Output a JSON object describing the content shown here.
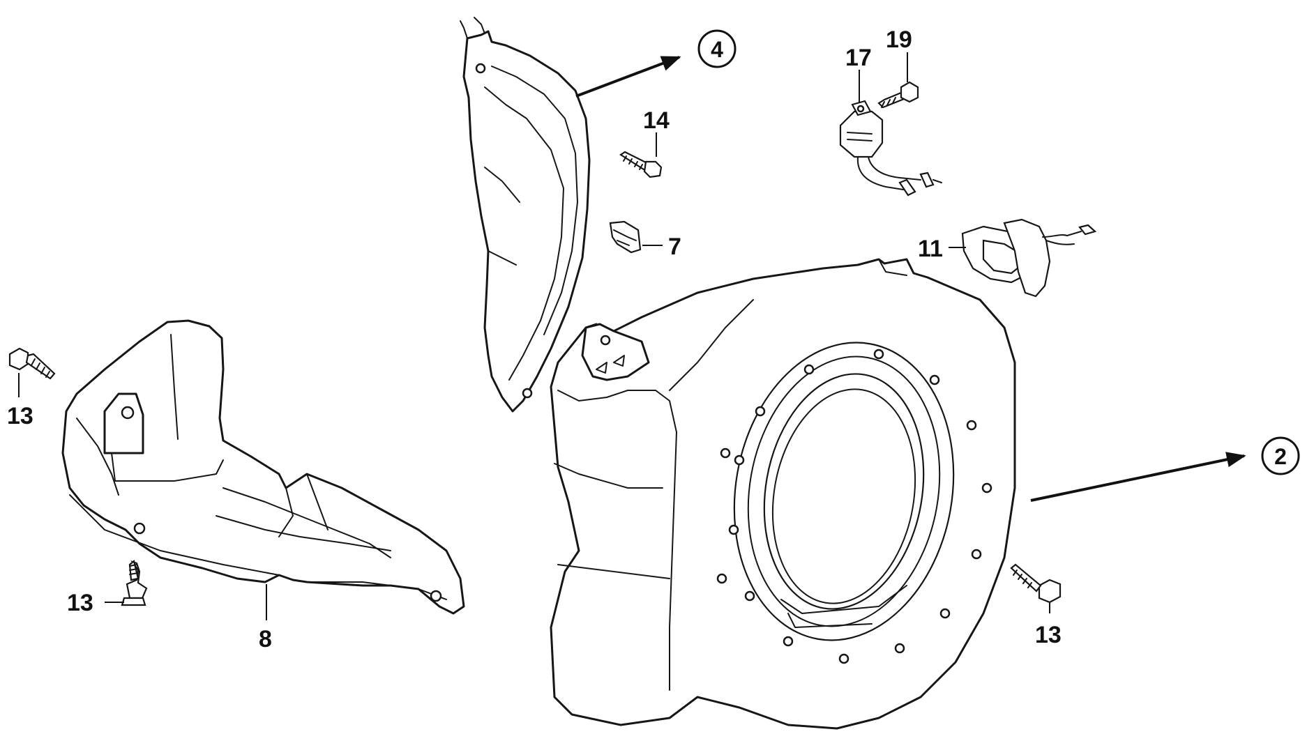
{
  "diagram": {
    "callouts": {
      "part_13_left_top": "13",
      "part_13_left_bottom": "13",
      "part_8": "8",
      "part_14": "14",
      "part_7": "7",
      "part_17": "17",
      "part_19": "19",
      "part_11": "11",
      "part_13_right": "13",
      "ref_4": "4",
      "ref_2": "2"
    }
  }
}
